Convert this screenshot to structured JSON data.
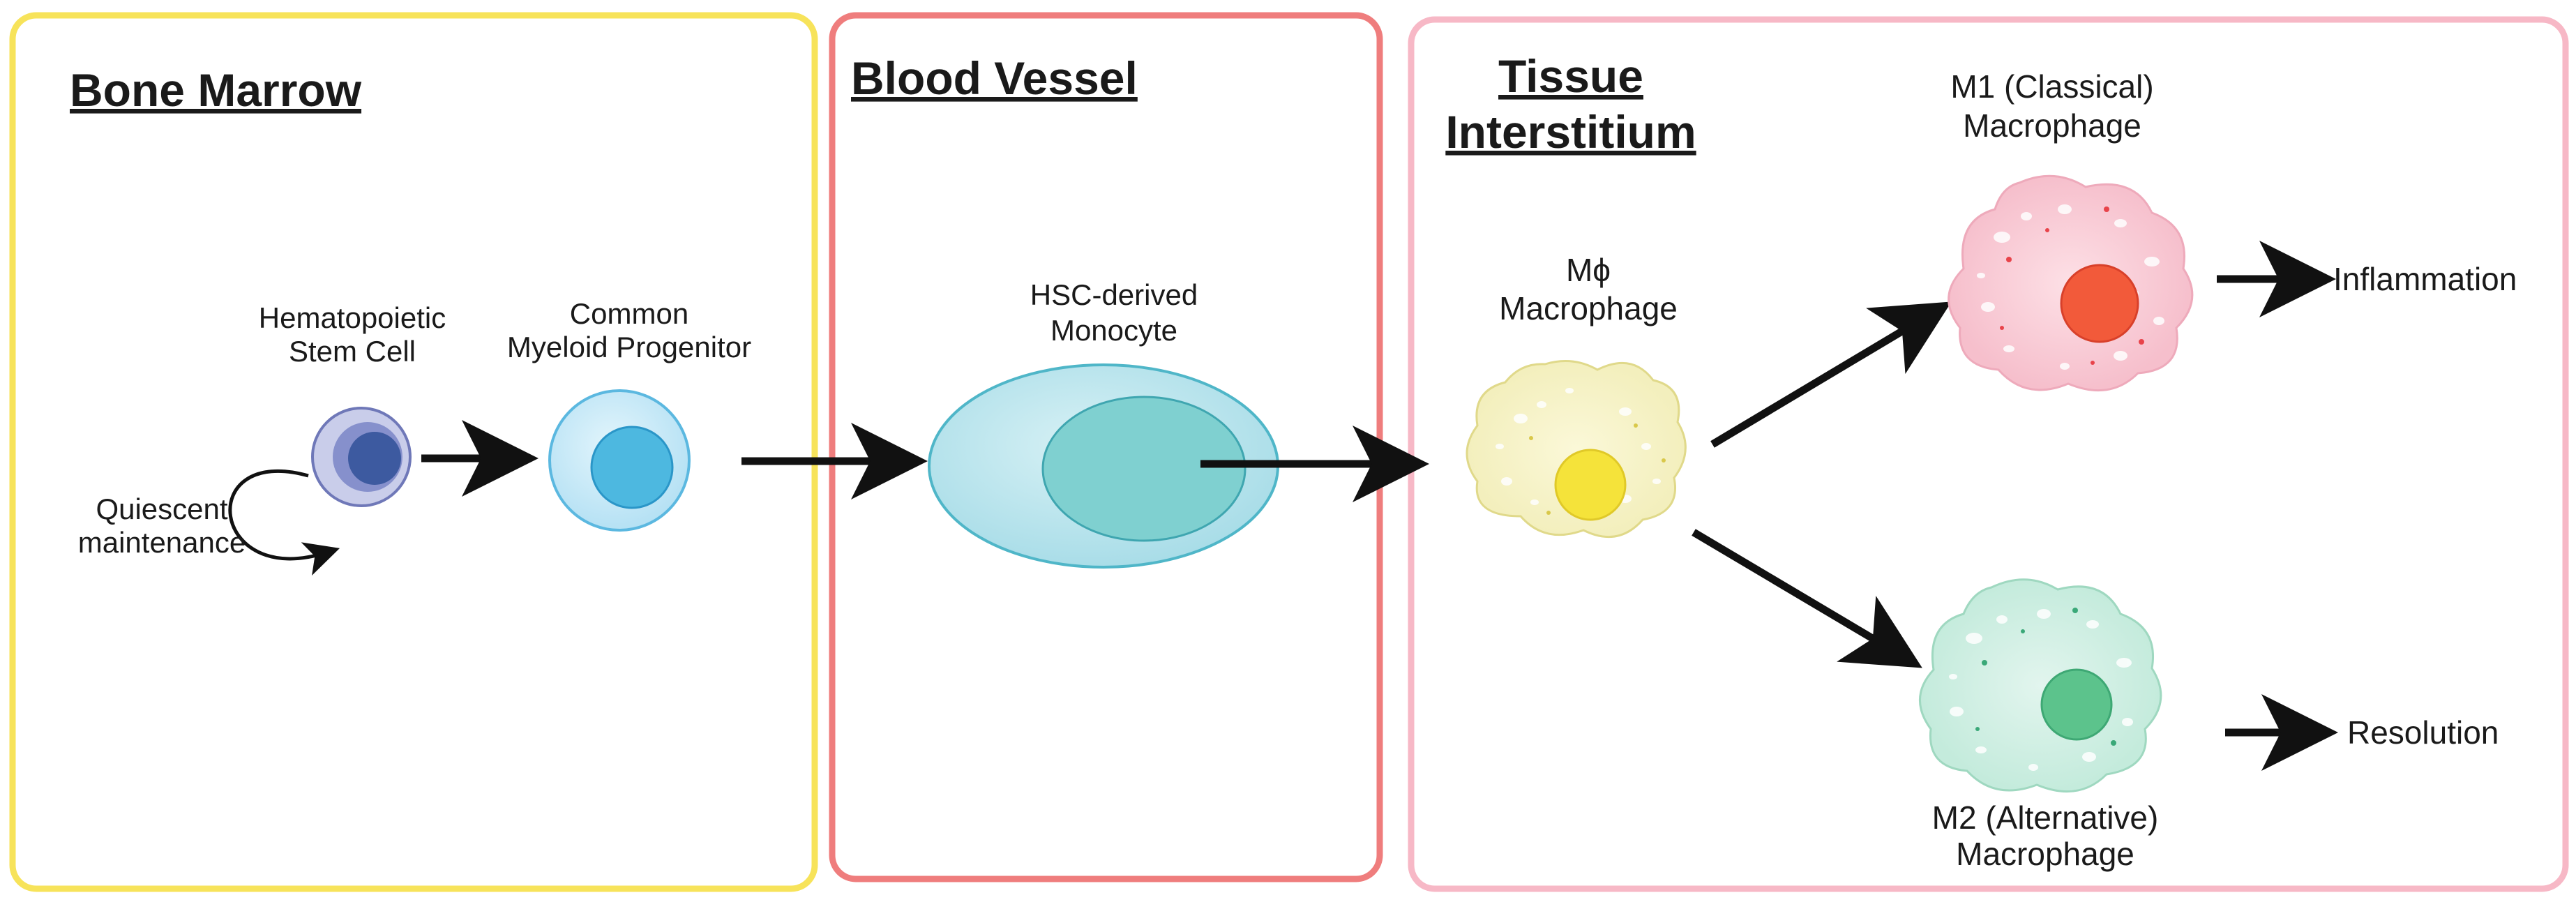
{
  "panels": {
    "bone_marrow": {
      "title": "Bone Marrow",
      "color": "#f7e35a"
    },
    "blood_vessel": {
      "title": "Blood Vessel",
      "color": "#ef7d7d"
    },
    "tissue": {
      "title_line1": "Tissue",
      "title_line2": "Interstitium",
      "color": "#f7b8c6"
    }
  },
  "cells": {
    "hsc": {
      "label_line1": "Hematopoietic",
      "label_line2": "Stem Cell",
      "color": "#3d5aa0"
    },
    "cmp": {
      "label_line1": "Common",
      "label_line2": "Myeloid Progenitor",
      "color": "#4db8e0"
    },
    "monocyte": {
      "label_line1": "HSC-derived",
      "label_line2": "Monocyte",
      "color": "#7fd0d0"
    },
    "macrophage": {
      "label_line1": "Mϕ",
      "label_line2": "Macrophage",
      "color": "#f5e33a"
    },
    "m1": {
      "label_line1": "M1 (Classical)",
      "label_line2": "Macrophage",
      "color": "#f25a3a"
    },
    "m2": {
      "label_line1": "M2 (Alternative)",
      "label_line2": "Macrophage",
      "color": "#5cc38c"
    }
  },
  "self_renewal": {
    "label_line1": "Quiescent",
    "label_line2": "maintenance"
  },
  "outcomes": {
    "inflammation": "Inflammation",
    "resolution": "Resolution"
  }
}
